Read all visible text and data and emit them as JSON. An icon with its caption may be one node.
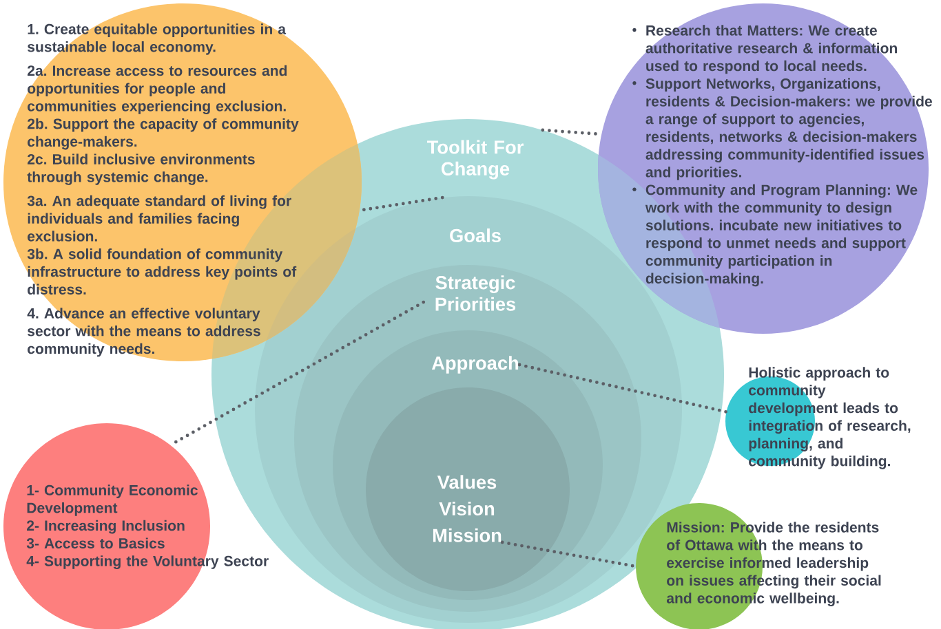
{
  "diagram": {
    "nodes": [
      {
        "text": [
          "1. Create equitable opportunities in a sustainable local economy.",
          "2a. Increase access to resources and opportunities for people and communities experiencing exclusion.",
          "2b. Support the capacity of community change-makers.",
          "2c. Build inclusive environments through systemic change.",
          "3a. An adequate standard of living for individuals and families facing exclusion.",
          "3b. A solid foundation of community infrastructure to address key points of distress.",
          "4. Advance an effective voluntary sector with the means to address community needs."
        ]
      },
      {
        "text": [
          "Research that Matters: We create authoritative research & information used to respond to local needs.",
          "Support Networks, Organizations, residents & Decision-makers: we provide a range of support to agencies, residents, networks & decision-makers addressing community-identified issues and priorities.",
          "Community and Program Planning: We work with the community to design solutions. incubate new initiatives to respond to unmet needs and support community participation in decision-making."
        ]
      },
      {
        "text": [
          "Toolkit For Change"
        ]
      },
      {
        "text": [
          "Goals"
        ],
        "in": 2
      },
      {
        "text": [
          "Strategic Priorities"
        ],
        "in": 3
      },
      {
        "text": [
          "Approach"
        ],
        "in": 4
      },
      {
        "text": [
          "Values",
          "Vision",
          "Mission"
        ],
        "in": 5
      },
      {
        "text": [
          "Holistic approach to community development leads to integration of research, planning, and community building."
        ]
      },
      {
        "text": [
          "1- Community Economic Development",
          "2- Increasing Inclusion",
          "3- Access to Basics",
          "4- Supporting the Voluntary Sector"
        ]
      },
      {
        "text": [
          "Mission: Provide the residents of Ottawa with the means to exercise informed leadership on issues affecting their social and economic wellbeing."
        ]
      }
    ],
    "edges": [
      {
        "from": 3,
        "to": 0,
        "arrow": "none"
      },
      {
        "from": 2,
        "to": 1,
        "arrow": "none"
      },
      {
        "from": 4,
        "to": 8,
        "arrow": "none"
      },
      {
        "from": 5,
        "to": 7,
        "arrow": "none"
      },
      {
        "from": 6,
        "to": 9,
        "arrow": "none"
      }
    ]
  }
}
